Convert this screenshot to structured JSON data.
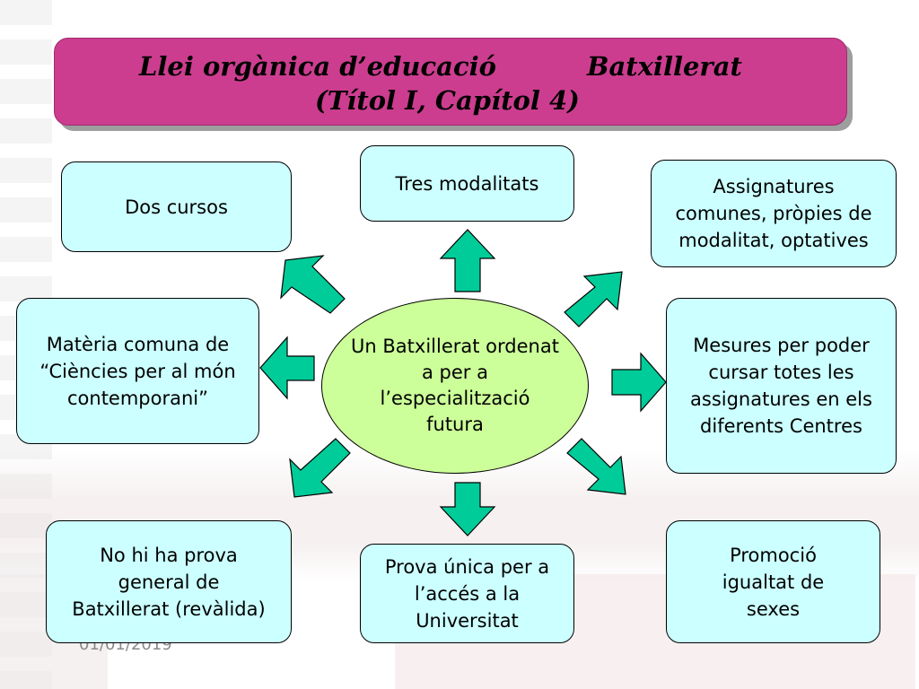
{
  "title": {
    "line1_left": "Llei orgànica d’educació",
    "line1_right": "Batxillerat",
    "line2": "(Títol I, Capítol 4)"
  },
  "center": "Un Batxillerat ordenat a per a l’especialització futura",
  "nodes": {
    "dos_cursos": "Dos cursos",
    "tres_modalitats": "Tres modalitats",
    "assignatures": "Assignatures comunes, pròpies de modalitat, optatives",
    "materia_comuna": "Matèria comuna de “Ciències per al món contemporani”",
    "mesures": "Mesures per poder cursar totes les assignatures en els diferents Centres",
    "no_prova": "No hi ha prova general de Batxillerat (revàlida)",
    "prova_unica": "Prova única per a l’accés a la Universitat",
    "promocio": "Promoció igualtat de sexes"
  },
  "footer": {
    "date": "01/01/2019"
  },
  "colors": {
    "title_bg": "#cc3d8f",
    "box_bg": "#ccffff",
    "center_bg": "#ccff99",
    "arrow": "#00cc99"
  }
}
